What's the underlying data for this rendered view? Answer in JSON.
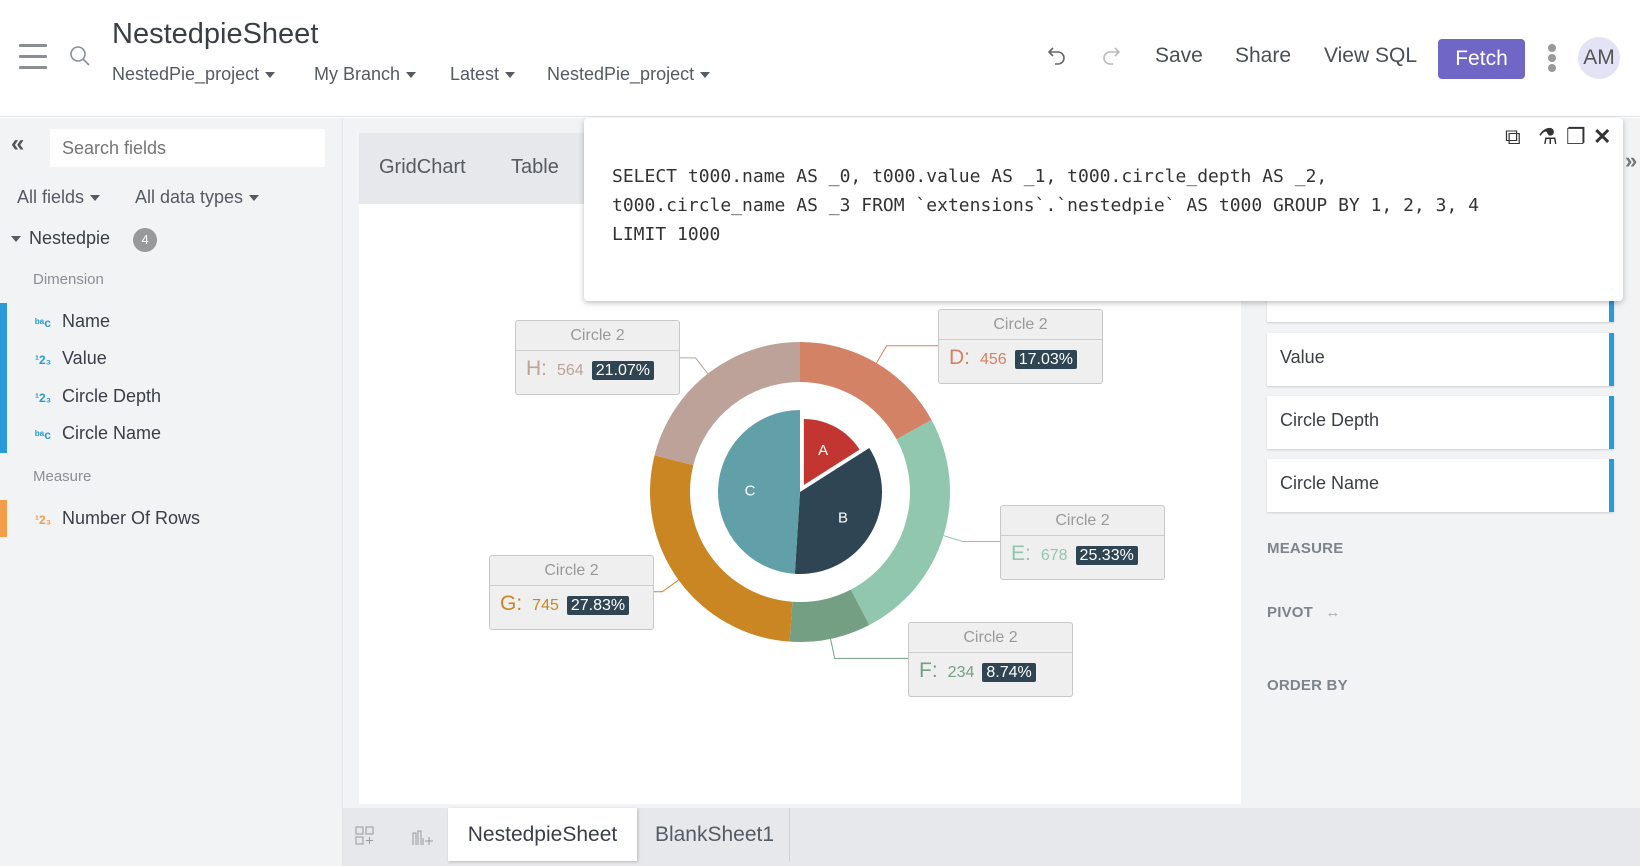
{
  "header": {
    "title": "NestedpieSheet",
    "breadcrumbs": [
      "NestedPie_project",
      "My Branch",
      "Latest",
      "NestedPie_project"
    ],
    "save": "Save",
    "share": "Share",
    "view_sql": "View SQL",
    "fetch": "Fetch",
    "avatar": "AM",
    "fetch_color": "#7066c6"
  },
  "sidebar": {
    "search_placeholder": "Search fields",
    "filter_fields": "All fields",
    "filter_types": "All data types",
    "dataset": "Nestedpie",
    "dataset_count": "4",
    "dimension_label": "Dimension",
    "measure_label": "Measure",
    "dimensions": [
      {
        "label": "Name",
        "type": "string"
      },
      {
        "label": "Value",
        "type": "number"
      },
      {
        "label": "Circle Depth",
        "type": "number"
      },
      {
        "label": "Circle Name",
        "type": "string"
      }
    ],
    "measures": [
      {
        "label": "Number Of Rows",
        "type": "number"
      }
    ]
  },
  "chart_tabs": [
    "GridChart",
    "Table"
  ],
  "sql": {
    "lines": [
      "SELECT t000.name AS _0, t000.value AS _1, t000.circle_depth AS _2,",
      "t000.circle_name AS _3 FROM `extensions`.`nestedpie` AS t000 GROUP BY 1, 2, 3, 4",
      "LIMIT 1000"
    ]
  },
  "right_panel": {
    "cards": [
      "Value",
      "Circle Depth",
      "Circle Name"
    ],
    "measure": "MEASURE",
    "pivot": "PIVOT",
    "pivot_icon": "↔",
    "order_by": "ORDER BY"
  },
  "sheets": [
    "NestedpieSheet",
    "BlankSheet1"
  ],
  "chart_data": {
    "type": "pie",
    "inner": {
      "categories": [
        "A",
        "B",
        "C"
      ],
      "values": [
        16,
        35,
        49
      ],
      "colors": [
        "#c23531",
        "#2f4554",
        "#61a0a8"
      ]
    },
    "outer": {
      "circle_name": "Circle 2",
      "categories": [
        "D",
        "E",
        "F",
        "G",
        "H"
      ],
      "values": [
        456,
        678,
        234,
        745,
        564
      ],
      "percents": [
        "17.03%",
        "25.33%",
        "8.74%",
        "27.83%",
        "21.07%"
      ],
      "colors": [
        "#d48265",
        "#91c7ae",
        "#749f83",
        "#ca8622",
        "#bda29a"
      ]
    }
  }
}
